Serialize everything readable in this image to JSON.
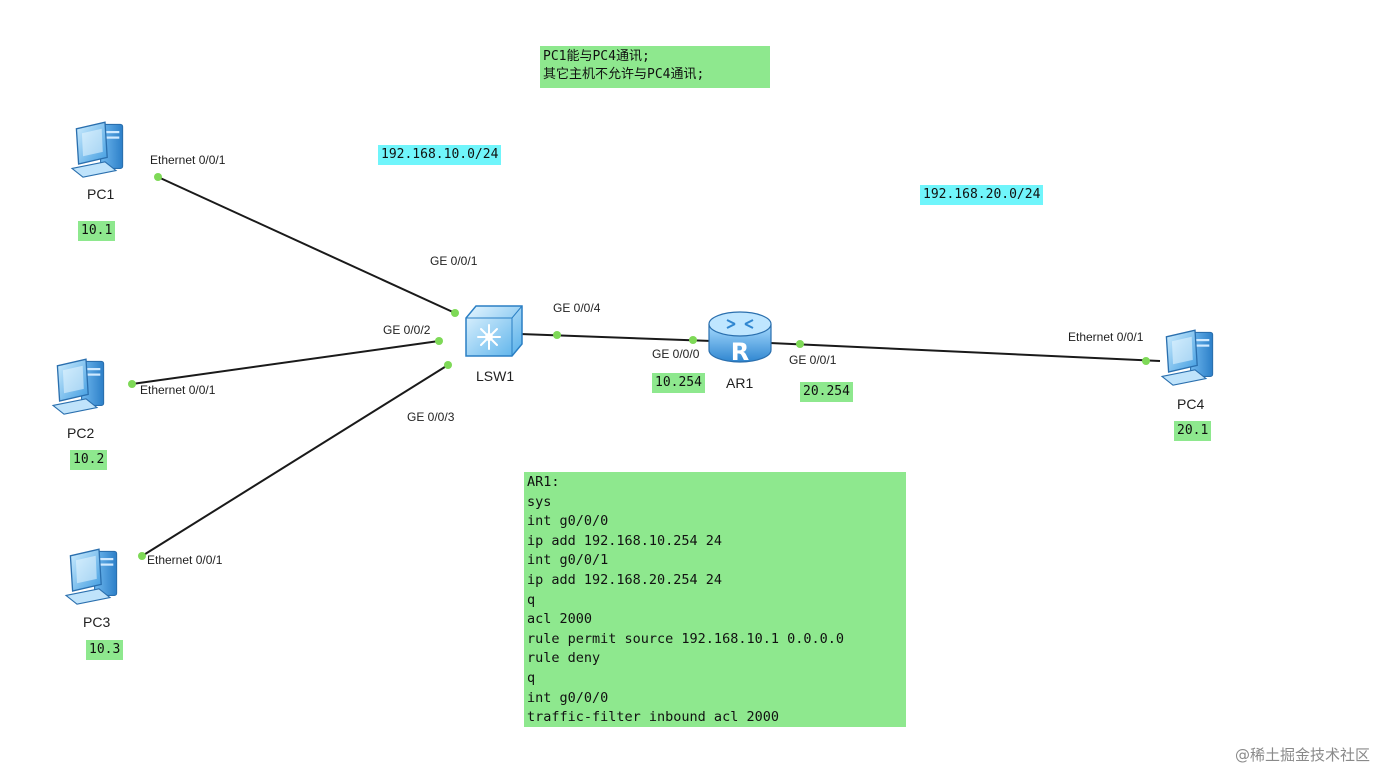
{
  "note": {
    "lines": [
      "PC1能与PC4通讯;",
      "其它主机不允许与PC4通讯;"
    ]
  },
  "networks": {
    "left": "192.168.10.0/24",
    "right": "192.168.20.0/24"
  },
  "devices": {
    "pc1": {
      "name": "PC1",
      "ip": "10.1",
      "port": "Ethernet 0/0/1"
    },
    "pc2": {
      "name": "PC2",
      "ip": "10.2",
      "port": "Ethernet 0/0/1"
    },
    "pc3": {
      "name": "PC3",
      "ip": "10.3",
      "port": "Ethernet 0/0/1"
    },
    "pc4": {
      "name": "PC4",
      "ip": "20.1",
      "port": "Ethernet 0/0/1"
    },
    "lsw1": {
      "name": "LSW1",
      "ports": [
        "GE 0/0/1",
        "GE 0/0/2",
        "GE 0/0/3",
        "GE 0/0/4"
      ]
    },
    "ar1": {
      "name": "AR1",
      "port_left": "GE 0/0/0",
      "port_right": "GE 0/0/1",
      "ip_left": "10.254",
      "ip_right": "20.254"
    }
  },
  "config": {
    "lines": [
      "AR1:",
      "sys",
      "int g0/0/0",
      "ip add 192.168.10.254 24",
      "int g0/0/1",
      "ip add 192.168.20.254 24",
      "q",
      "acl 2000",
      "rule permit source 192.168.10.1 0.0.0.0",
      "rule deny",
      "q",
      "int g0/0/0",
      "traffic-filter inbound acl 2000"
    ]
  },
  "watermark": "@稀土掘金技术社区",
  "colors": {
    "tag_green": "#8ee88e",
    "tag_cyan": "#70f5fb",
    "link": "#1a1a1a",
    "port_dot": "#7ed957",
    "pc_blue": "#4aa3e6",
    "router_blue": "#3a8fd6"
  }
}
